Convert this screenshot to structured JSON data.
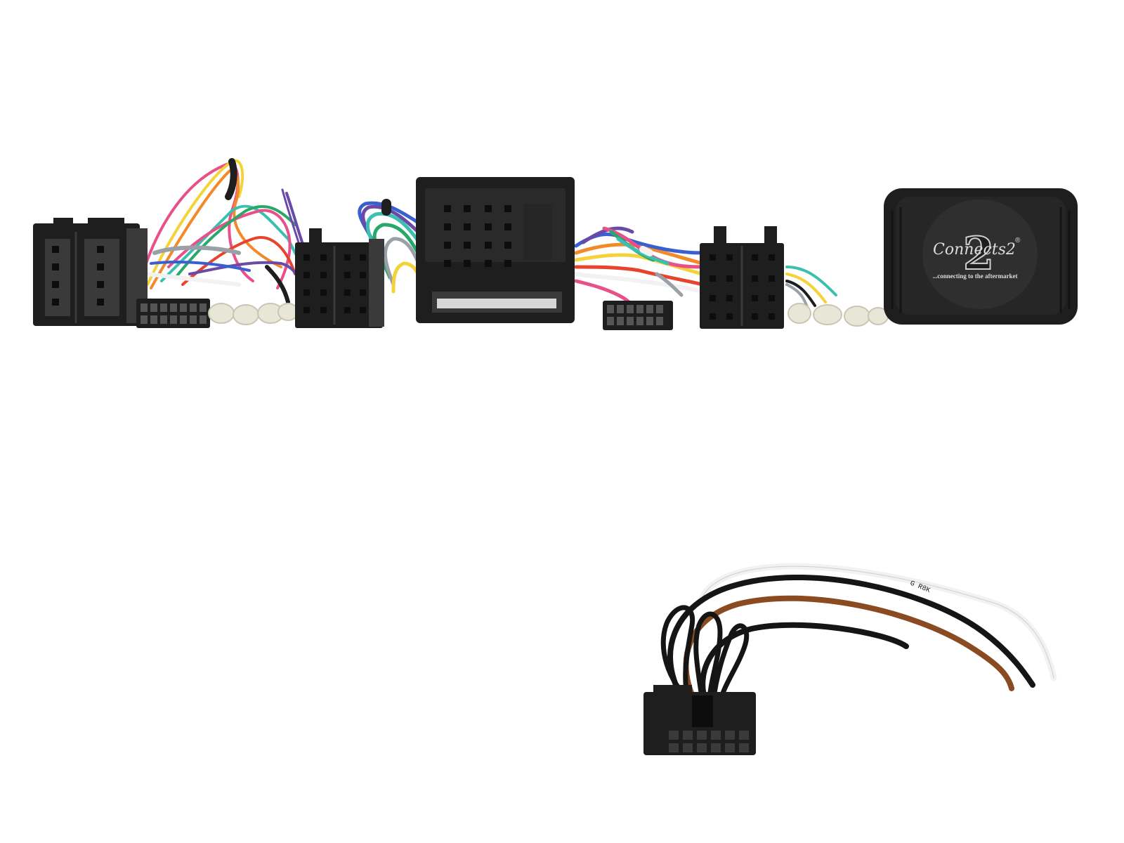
{
  "photo": {
    "subject": "Connects2 steering wheel control interface harness kit",
    "background_color": "#ffffff"
  },
  "logo": {
    "brand": "Connects2",
    "tagline": "...connecting to the aftermarket",
    "mark": "2",
    "registered": "®"
  },
  "colors": {
    "plastic": "#1e1e1e",
    "plastic_highlight": "#3a3a3a",
    "wire_red": "#e8432c",
    "wire_orange": "#f28a2a",
    "wire_yellow": "#f4d23a",
    "wire_green": "#2aa86a",
    "wire_teal": "#3bbfae",
    "wire_blue": "#3a5fd0",
    "wire_purple": "#6a4aa8",
    "wire_pink": "#e8508a",
    "wire_grey": "#9aa0a8",
    "wire_white": "#f2f2f2",
    "wire_brown": "#8a4a22",
    "wire_black": "#151515",
    "terminal": "#e8e6d6"
  },
  "wire_print": "G R8K"
}
